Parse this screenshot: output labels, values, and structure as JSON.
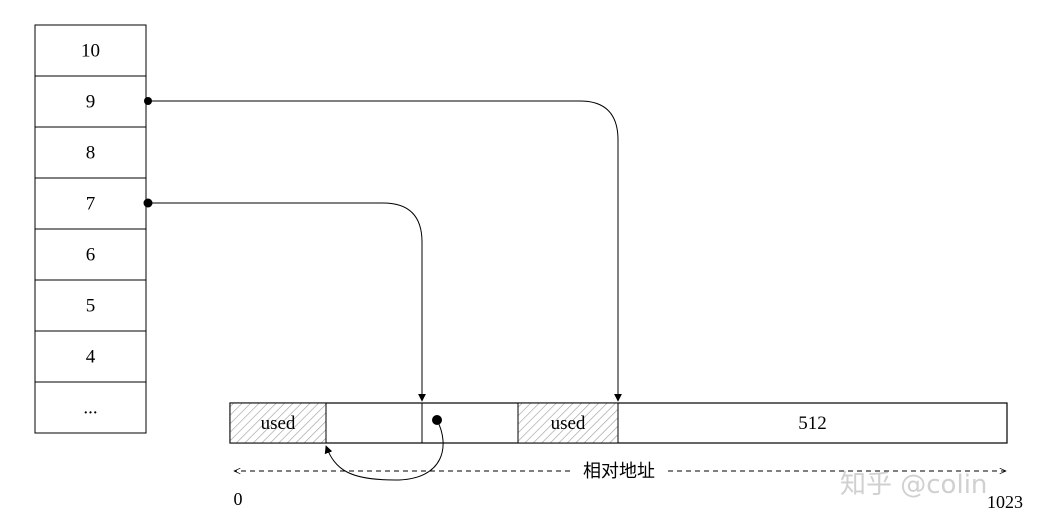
{
  "stack": {
    "cells": [
      "10",
      "9",
      "8",
      "7",
      "6",
      "5",
      "4",
      "..."
    ]
  },
  "memory": {
    "blocks": [
      {
        "label": "used",
        "hatched": true
      },
      {
        "label": "",
        "hatched": false
      },
      {
        "label": "",
        "hatched": false
      },
      {
        "label": "used",
        "hatched": true
      },
      {
        "label": "512",
        "hatched": false
      }
    ]
  },
  "axis": {
    "label": "相对地址",
    "start": "0",
    "end": "1023"
  },
  "watermark": "知乎 @colin"
}
